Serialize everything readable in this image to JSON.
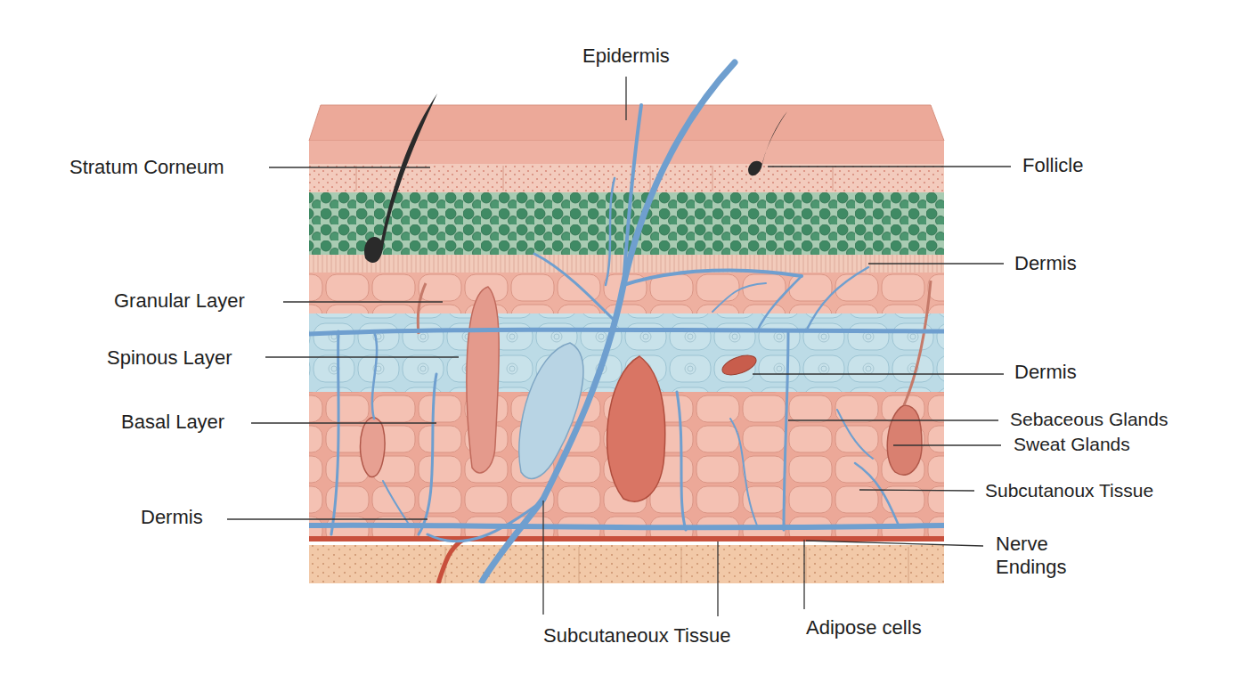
{
  "diagram": {
    "labels": [
      "Epidermis",
      "Stratum Corneum",
      "Follicle",
      "Dermis",
      "Granular Layer",
      "Spinous Layer",
      "Dermis",
      "Basal Layer",
      "Sebaceous Glands",
      "Sweat Glands",
      "Subcutanoux Tissue",
      "Dermis",
      "Nerve Endings",
      "Subcutaneoux Tissue",
      "Adipose cells"
    ]
  }
}
